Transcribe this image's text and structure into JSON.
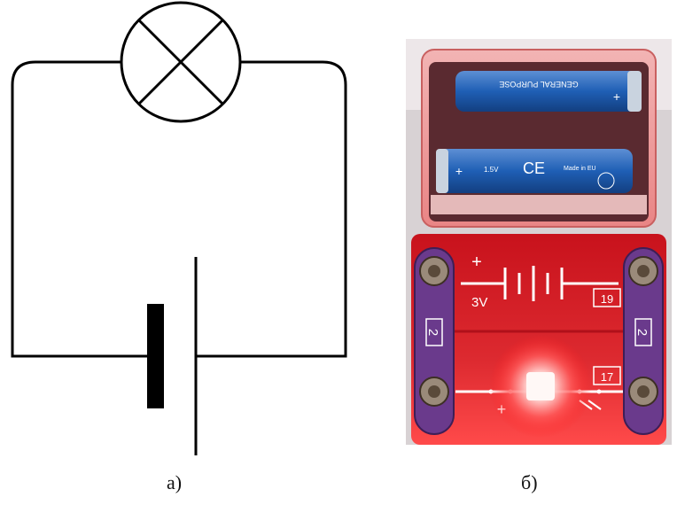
{
  "captions": {
    "left": "а)",
    "right": "б)"
  },
  "photo": {
    "battery_polarity_plus": "+",
    "voltage_label": "3V",
    "battery_module_id": "19",
    "led_module_id": "17",
    "led_polarity_plus": "+",
    "left_connector_id": "2",
    "right_connector_id": "2",
    "battery_brand": "GENERAL PURPOSE",
    "battery_ce_mark": "CE",
    "battery_origin": "Made in EU",
    "battery_voltage": "1.5V",
    "colors": {
      "board": "#d9202a",
      "board_glow": "#ff6a6a",
      "snap": "#6a3a8c",
      "battery": "#1f5fb5",
      "led": "#fff4f0"
    }
  }
}
